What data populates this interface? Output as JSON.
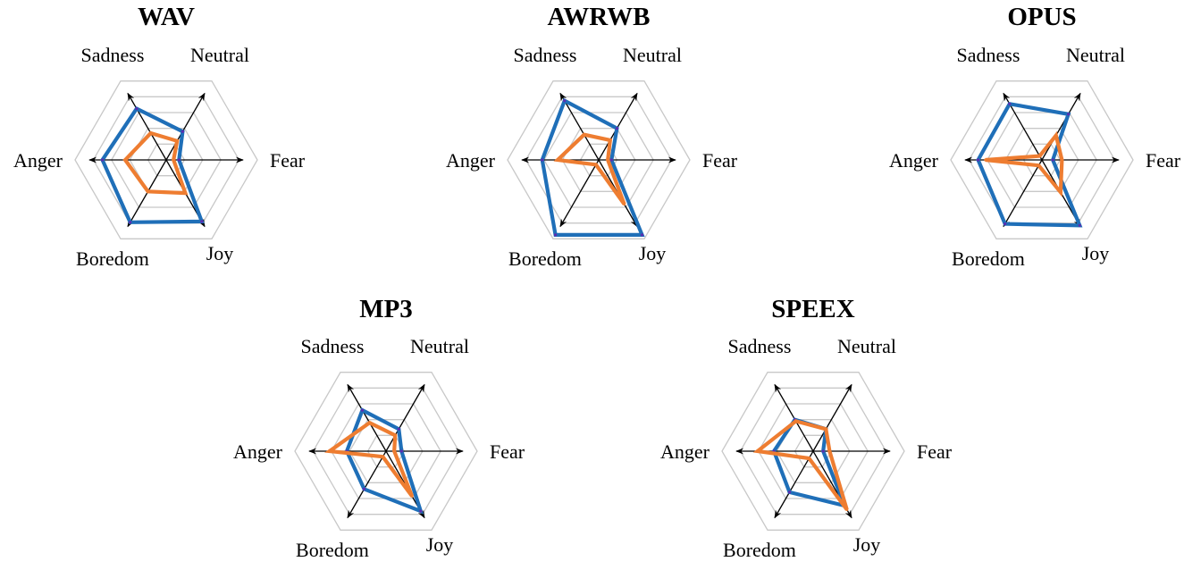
{
  "figure": {
    "axes": [
      "Neutral",
      "Fear",
      "Joy",
      "Boredom",
      "Anger",
      "Sadness"
    ],
    "grid": true,
    "grid_color": "#c8c8c8",
    "axis_color": "#000000",
    "series_colors": [
      "#1f6fb8",
      "#ee7d31"
    ]
  },
  "chart_data": [
    {
      "type": "radar",
      "title": "WAV",
      "axes": [
        "Neutral",
        "Fear",
        "Joy",
        "Boredom",
        "Anger",
        "Sadness"
      ],
      "scale_max": 1,
      "grid_levels": 5,
      "series": [
        {
          "color": "#1f6fb8",
          "values": [
            0.36,
            0.14,
            0.78,
            0.79,
            0.7,
            0.65
          ]
        },
        {
          "color": "#ee7d31",
          "values": [
            0.24,
            0.08,
            0.42,
            0.4,
            0.45,
            0.34
          ]
        }
      ]
    },
    {
      "type": "radar",
      "title": "AWRWB",
      "axes": [
        "Neutral",
        "Fear",
        "Joy",
        "Boredom",
        "Anger",
        "Sadness"
      ],
      "scale_max": 1,
      "grid_levels": 5,
      "series": [
        {
          "color": "#1f6fb8",
          "values": [
            0.4,
            0.14,
            0.95,
            0.95,
            0.62,
            0.75
          ]
        },
        {
          "color": "#ee7d31",
          "values": [
            0.25,
            0.1,
            0.56,
            0.06,
            0.45,
            0.32
          ]
        }
      ]
    },
    {
      "type": "radar",
      "title": "OPUS",
      "axes": [
        "Neutral",
        "Fear",
        "Joy",
        "Boredom",
        "Anger",
        "Sadness"
      ],
      "scale_max": 1,
      "grid_levels": 5,
      "series": [
        {
          "color": "#1f6fb8",
          "values": [
            0.58,
            0.12,
            0.83,
            0.81,
            0.7,
            0.71
          ]
        },
        {
          "color": "#ee7d31",
          "values": [
            0.31,
            0.22,
            0.41,
            0.07,
            0.62,
            0.05
          ]
        }
      ]
    },
    {
      "type": "radar",
      "title": "MP3",
      "axes": [
        "Neutral",
        "Fear",
        "Joy",
        "Boredom",
        "Anger",
        "Sadness"
      ],
      "scale_max": 1,
      "grid_levels": 5,
      "series": [
        {
          "color": "#1f6fb8",
          "values": [
            0.28,
            0.17,
            0.76,
            0.48,
            0.43,
            0.52
          ]
        },
        {
          "color": "#ee7d31",
          "values": [
            0.2,
            0.09,
            0.57,
            0.07,
            0.62,
            0.36
          ]
        }
      ]
    },
    {
      "type": "radar",
      "title": "SPEEX",
      "axes": [
        "Neutral",
        "Fear",
        "Joy",
        "Boredom",
        "Anger",
        "Sadness"
      ],
      "scale_max": 1,
      "grid_levels": 5,
      "series": [
        {
          "color": "#1f6fb8",
          "values": [
            0.28,
            0.11,
            0.69,
            0.52,
            0.43,
            0.4
          ]
        },
        {
          "color": "#ee7d31",
          "values": [
            0.28,
            0.18,
            0.74,
            0.09,
            0.61,
            0.38
          ]
        }
      ]
    }
  ]
}
